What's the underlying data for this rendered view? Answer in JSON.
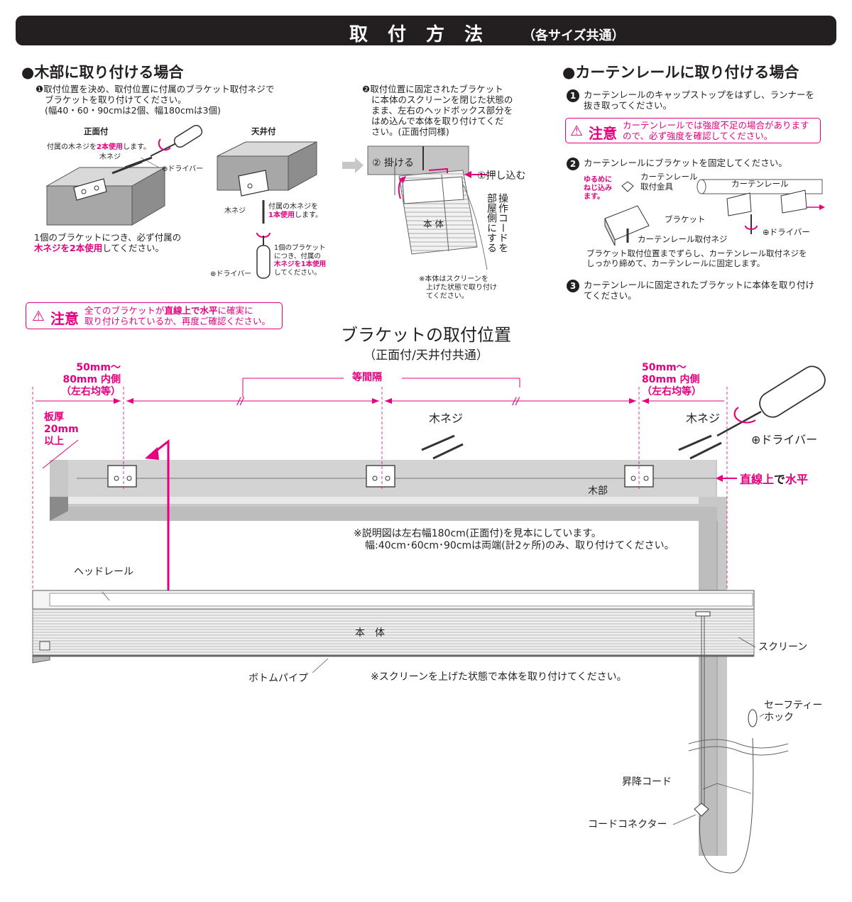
{
  "header": {
    "title": "取付方法",
    "subtitle": "（各サイズ共通）"
  },
  "wood": {
    "heading": "●木部に取り付ける場合",
    "step1": {
      "marker": "❶",
      "line1": "取付位置を決め、取付位置に付属のブラケット取付ネジで",
      "line2": "ブラケットを取り付けてください。",
      "line3": "(幅40・60・90cmは2個、幅180cmは3個)"
    },
    "front": {
      "title": "正面付",
      "screw_note_a": "付属の木ネジを",
      "screw_note_b": "2本使用",
      "screw_note_c": "します。",
      "screw_label": "木ネジ",
      "driver": "⊕ドライバー",
      "note_line1": "1個のブラケットにつき、必ず付属の",
      "note_pink": "木ネジを2本使用",
      "note_tail": "してください。"
    },
    "ceiling": {
      "title": "天井付",
      "screw_label": "木ネジ",
      "note_a": "付属の木ネジを",
      "note_b": "1本使用",
      "note_c": "します。",
      "sub_line1": "1個のブラケット",
      "sub_line2": "につき、付属の",
      "sub_pink": "木ネジを1本使用",
      "sub_line4": "してください。",
      "driver": "⊕ドライバー"
    },
    "step2": {
      "marker": "❷",
      "line1": "取付位置に固定されたブラケット",
      "line2": "に本体のスクリーンを閉じた状態の",
      "line3": "まま、左右のヘッドボックス部分を",
      "line4": "はめ込んで本体を取り付けてくだ",
      "line5": "さい。(正面付同様)"
    },
    "hang": "② 掛ける",
    "push": "①押し込む",
    "body": "本 体",
    "cord_side": "操作コードを部屋側にする",
    "cord_col1": "操作コードを",
    "cord_col2": "部屋側にする",
    "raised_note1": "※本体はスクリーンを",
    "raised_note2": "上げた状態で取り付け",
    "raised_note3": "てください。",
    "caution": {
      "tag": "注意",
      "line1a": "全てのブラケットが",
      "line1b": "直線上で水平",
      "line1c": "に確実に",
      "line2": "取り付けられているか、再度ご確認ください。"
    }
  },
  "rail": {
    "heading": "●カーテンレールに取り付ける場合",
    "step1": {
      "num": "1",
      "line1": "カーテンレールのキャップストップをはずし、ランナーを",
      "line2": "抜き取ってください。"
    },
    "caution": {
      "tag": "注意",
      "line1": "カーテンレールでは強度不足の場合があります",
      "line2": "ので、必ず強度を確認してください。"
    },
    "step2": {
      "num": "2",
      "text": "カーテンレールにブラケットを固定してください。"
    },
    "loose1": "ゆるめに",
    "loose2": "ねじ込み",
    "loose3": "ます。",
    "fitting1": "カーテンレール",
    "fitting2": "取付金具",
    "rail_label": "カーテンレール",
    "bracket": "ブラケット",
    "rail_screw": "カーテンレール取付ネジ",
    "driver": "⊕ドライバー",
    "slide_line1": "ブラケット取付位置までずらし、カーテンレール取付ネジを",
    "slide_line2": "しっかり締めて、カーテンレールに固定します。",
    "step3": {
      "num": "3",
      "line1": "カーテンレールに固定されたブラケットに本体を取り付け",
      "line2": "てください。"
    }
  },
  "position": {
    "title": "ブラケットの取付位置",
    "subtitle": "（正面付/天井付共通）",
    "margin_left": {
      "l1": "50mm～",
      "l2": "80mm 内側",
      "l3": "（左右均等）"
    },
    "margin_right": {
      "l1": "50mm～",
      "l2": "80mm 内側",
      "l3": "（左右均等）"
    },
    "equal": "等間隔",
    "thickness": {
      "l1": "板厚",
      "l2": "20mm",
      "l3": "以上"
    },
    "screw_mid": "木ネジ",
    "screw_right": "木ネジ",
    "driver": "⊕ドライバー",
    "level_a": "直線上",
    "level_b": "で",
    "level_c": "水平",
    "wood": "木部",
    "note1": "※説明図は左右幅180cm(正面付)を見本にしています。",
    "note2": "幅:40cm･60cm･90cmは両端(計2ヶ所)のみ、取り付けてください。",
    "head_rail": "ヘッドレール",
    "body": "本　体",
    "screen": "スクリーン",
    "bottom_pipe": "ボトムパイプ",
    "raised_note": "※スクリーンを上げた状態で本体を取り付けてください。",
    "safety1": "セーフティー",
    "safety2": "ホック",
    "lift_cord": "昇降コード",
    "connector": "コードコネクター"
  },
  "colors": {
    "accent": "#e4007f",
    "dark": "#231f20",
    "wood_gray": "#c8c8c8"
  }
}
